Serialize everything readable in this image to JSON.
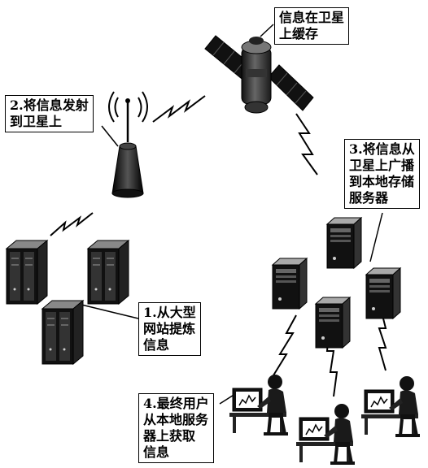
{
  "labels": {
    "cache": "信息在卫星\n上缓存",
    "uplink": "2.将信息发射\n到卫星上",
    "broadcast": "3.将信息从\n卫星上广播\n到本地存储\n服务器",
    "extract": "1.从大型\n网站提炼\n信息",
    "user": "4.最终用户\n从本地服务\n器上获取\n信息"
  },
  "icons": {
    "satellite": "satellite-icon",
    "antenna": "antenna-tower-icon",
    "source_server": "server-rack-icon",
    "local_server": "tower-server-icon",
    "user": "user-at-computer-icon",
    "link": "lightning-link-icon"
  }
}
